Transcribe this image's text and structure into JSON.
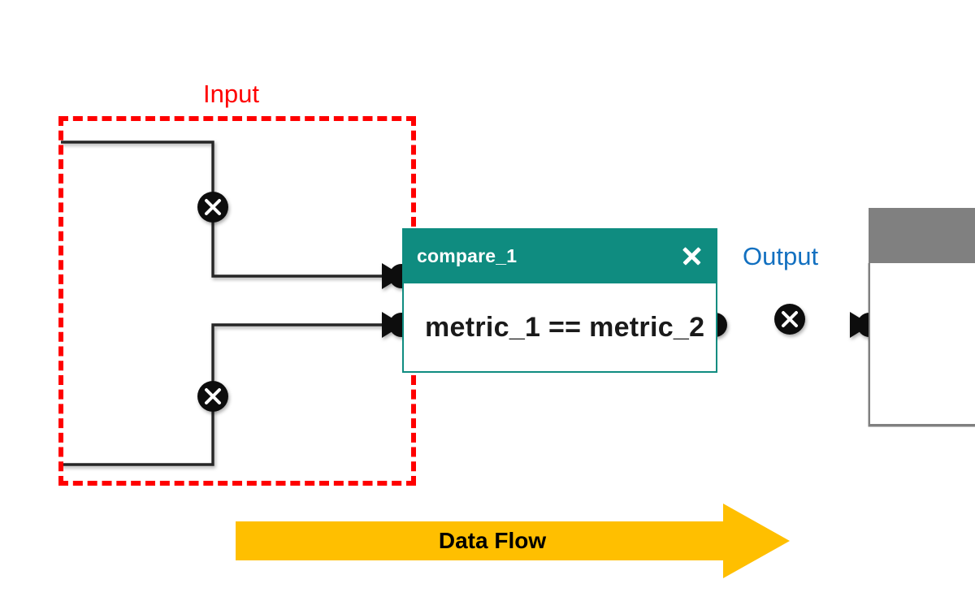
{
  "diagram": {
    "title": "Dataflow graph editor canvas",
    "background_color": "#FFFFFF"
  },
  "annotations": {
    "input": {
      "label": "Input",
      "color": "#FF0000",
      "style": "dashed-rectangle"
    },
    "output": {
      "label": "Output",
      "color": "#1270C0",
      "style": "text-label"
    },
    "data_flow": {
      "label": "Data Flow",
      "arrow_color": "#FFBF00",
      "text_color": "#000000",
      "direction": "left-to-right"
    }
  },
  "nodes": [
    {
      "id": "compare_1",
      "title": "compare_1",
      "expression": "metric_1 == metric_2",
      "header_color": "#0F8C80",
      "body_color": "#FFFFFF",
      "close_icon": "close-icon",
      "inputs": 2,
      "outputs": 1
    },
    {
      "id": "downstream_node",
      "title": "",
      "expression": "",
      "header_color": "#808080",
      "body_color": "#FFFFFF",
      "inputs": 1,
      "outputs": 0,
      "clipped": "partially visible at right canvas edge"
    }
  ],
  "edges": [
    {
      "id": "edge-1",
      "from": "upstream-top",
      "to": "compare_1.input_0",
      "delete_handle": "close-circle-icon",
      "color": "#262626"
    },
    {
      "id": "edge-2",
      "from": "upstream-bottom",
      "to": "compare_1.input_1",
      "delete_handle": "close-circle-icon",
      "color": "#262626"
    },
    {
      "id": "edge-3",
      "from": "compare_1.output_0",
      "to": "downstream_node.input_0",
      "delete_handle": "close-circle-icon",
      "color": "#262626"
    }
  ]
}
